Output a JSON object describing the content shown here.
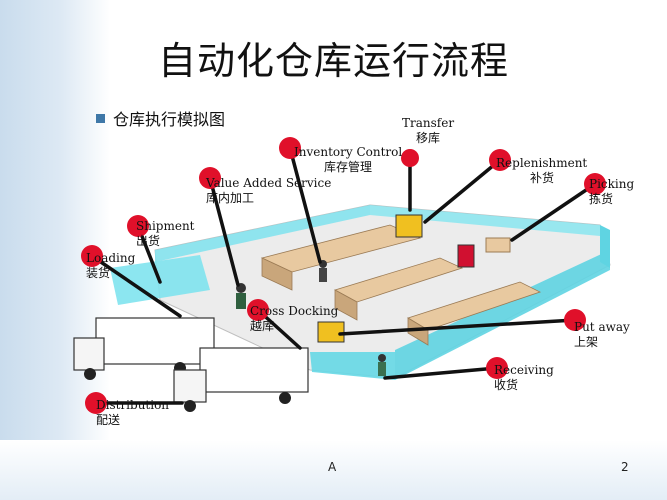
{
  "slide": {
    "title": "自动化仓库运行流程",
    "subtitle": "仓库执行模拟图",
    "footer_letter": "A",
    "page_number": "2"
  },
  "labels": {
    "transfer": {
      "en": "Transfer",
      "zh": "移库"
    },
    "inventory_control": {
      "en": "Inventory Control",
      "zh": "库存管理"
    },
    "replenishment": {
      "en": "Replenishment",
      "zh": "补货"
    },
    "picking": {
      "en": "Picking",
      "zh": "拣货"
    },
    "value_added_service": {
      "en": "Value Added Service",
      "zh": "库内加工"
    },
    "shipment": {
      "en": "Shipment",
      "zh": "出货"
    },
    "loading": {
      "en": "Loading",
      "zh": "装货"
    },
    "cross_docking": {
      "en": "Cross Docking",
      "zh": "越库"
    },
    "put_away": {
      "en": "Put away",
      "zh": "上架"
    },
    "receiving": {
      "en": "Receiving",
      "zh": "收货"
    },
    "distribution": {
      "en": "Distribution",
      "zh": "配送"
    }
  },
  "colors": {
    "marker_red": "#e0102a",
    "warehouse_wall": "#7fe3ee",
    "floor": "#ececec",
    "box": "#e8c9a0",
    "bullet": "#3f78a8"
  }
}
